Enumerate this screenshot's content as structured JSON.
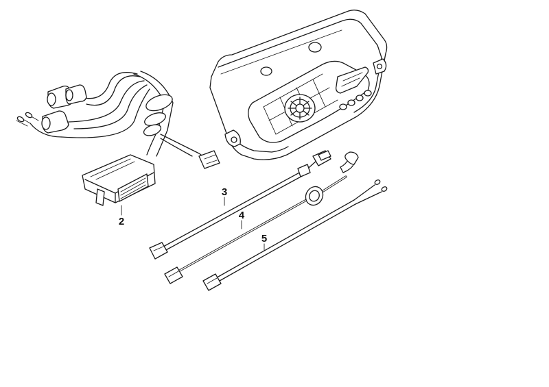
{
  "diagram": {
    "callouts": [
      {
        "id": "2",
        "label": "2"
      },
      {
        "id": "3",
        "label": "3"
      },
      {
        "id": "4",
        "label": "4"
      },
      {
        "id": "5",
        "label": "5"
      }
    ]
  }
}
